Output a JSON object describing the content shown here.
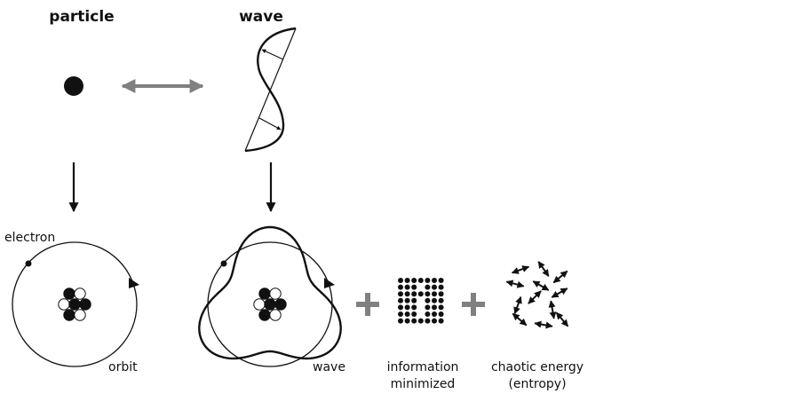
{
  "headings": {
    "particle": "particle",
    "wave": "wave"
  },
  "labels": {
    "electron": "electron",
    "orbit": "orbit",
    "wave": "wave",
    "information_line1": "information",
    "information_line2": "minimized",
    "entropy_line1": "chaotic energy",
    "entropy_line2": "(entropy)"
  },
  "colors": {
    "ink": "#111111",
    "gray": "#808080"
  }
}
